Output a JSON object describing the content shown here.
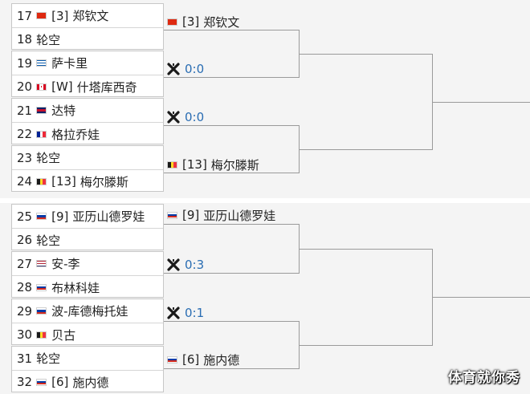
{
  "colors": {
    "line": "#9a9a9a",
    "score": "#2a6db3",
    "panel_bg": "#f4f4f4",
    "box_border": "#c7c7c7"
  },
  "round1": [
    {
      "num": "17",
      "flag": "china-flag",
      "seed": "[3]",
      "name": "郑钦文"
    },
    {
      "num": "18",
      "flag": "",
      "seed": "",
      "name": "轮空"
    },
    {
      "num": "19",
      "flag": "greece-flag",
      "seed": "",
      "name": "萨卡里"
    },
    {
      "num": "20",
      "flag": "canada-flag",
      "seed": "[W]",
      "name": "什塔库西奇"
    },
    {
      "num": "21",
      "flag": "uk-flag",
      "seed": "",
      "name": "达特"
    },
    {
      "num": "22",
      "flag": "france-flag",
      "seed": "",
      "name": "格拉乔娃"
    },
    {
      "num": "23",
      "flag": "",
      "seed": "",
      "name": "轮空"
    },
    {
      "num": "24",
      "flag": "belgium-flag",
      "seed": "[13]",
      "name": "梅尔滕斯"
    },
    {
      "num": "25",
      "flag": "russia-flag",
      "seed": "[9]",
      "name": "亚历山德罗娃"
    },
    {
      "num": "26",
      "flag": "",
      "seed": "",
      "name": "轮空"
    },
    {
      "num": "27",
      "flag": "usa-flag",
      "seed": "",
      "name": "安-李"
    },
    {
      "num": "28",
      "flag": "russia-flag",
      "seed": "",
      "name": "布林科娃"
    },
    {
      "num": "29",
      "flag": "russia-flag",
      "seed": "",
      "name": "波-库德梅托娃"
    },
    {
      "num": "30",
      "flag": "belgium-flag",
      "seed": "",
      "name": "贝古"
    },
    {
      "num": "31",
      "flag": "",
      "seed": "",
      "name": "轮空"
    },
    {
      "num": "32",
      "flag": "russia-flag",
      "seed": "[6]",
      "name": "施内德"
    }
  ],
  "round2": [
    {
      "type": "player",
      "flag": "china-flag",
      "seed": "[3]",
      "name": "郑钦文"
    },
    {
      "type": "pending",
      "icon": "versus-icon",
      "score": "0:0"
    },
    {
      "type": "pending",
      "icon": "versus-icon",
      "score": "0:0"
    },
    {
      "type": "player",
      "flag": "belgium-flag",
      "seed": "[13]",
      "name": "梅尔滕斯"
    },
    {
      "type": "player",
      "flag": "russia-flag",
      "seed": "[9]",
      "name": "亚历山德罗娃"
    },
    {
      "type": "pending",
      "icon": "versus-icon",
      "score": "0:3"
    },
    {
      "type": "pending",
      "icon": "versus-icon",
      "score": "0:1"
    },
    {
      "type": "player",
      "flag": "russia-flag",
      "seed": "[6]",
      "name": "施内德"
    }
  ],
  "watermark": "体育就你秀"
}
